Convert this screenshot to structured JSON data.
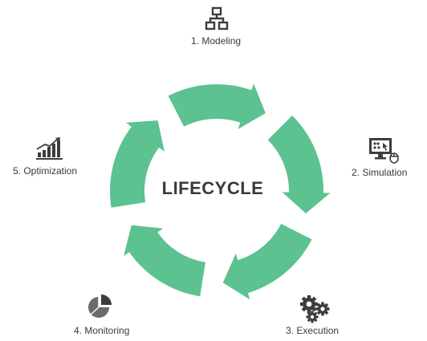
{
  "center": {
    "title": "LIFECYCLE"
  },
  "stages": [
    {
      "label": "1. Modeling",
      "icon": "hierarchy-icon"
    },
    {
      "label": "2. Simulation",
      "icon": "monitor-simulation-icon"
    },
    {
      "label": "3. Execution",
      "icon": "gears-icon"
    },
    {
      "label": "4.  Monitoring",
      "icon": "pie-chart-icon"
    },
    {
      "label": "5. Optimization",
      "icon": "growth-bar-chart-icon"
    }
  ],
  "colors": {
    "arrow": "#5cc28f",
    "text": "#3a3a3a",
    "icon": "#3d3d3d"
  }
}
